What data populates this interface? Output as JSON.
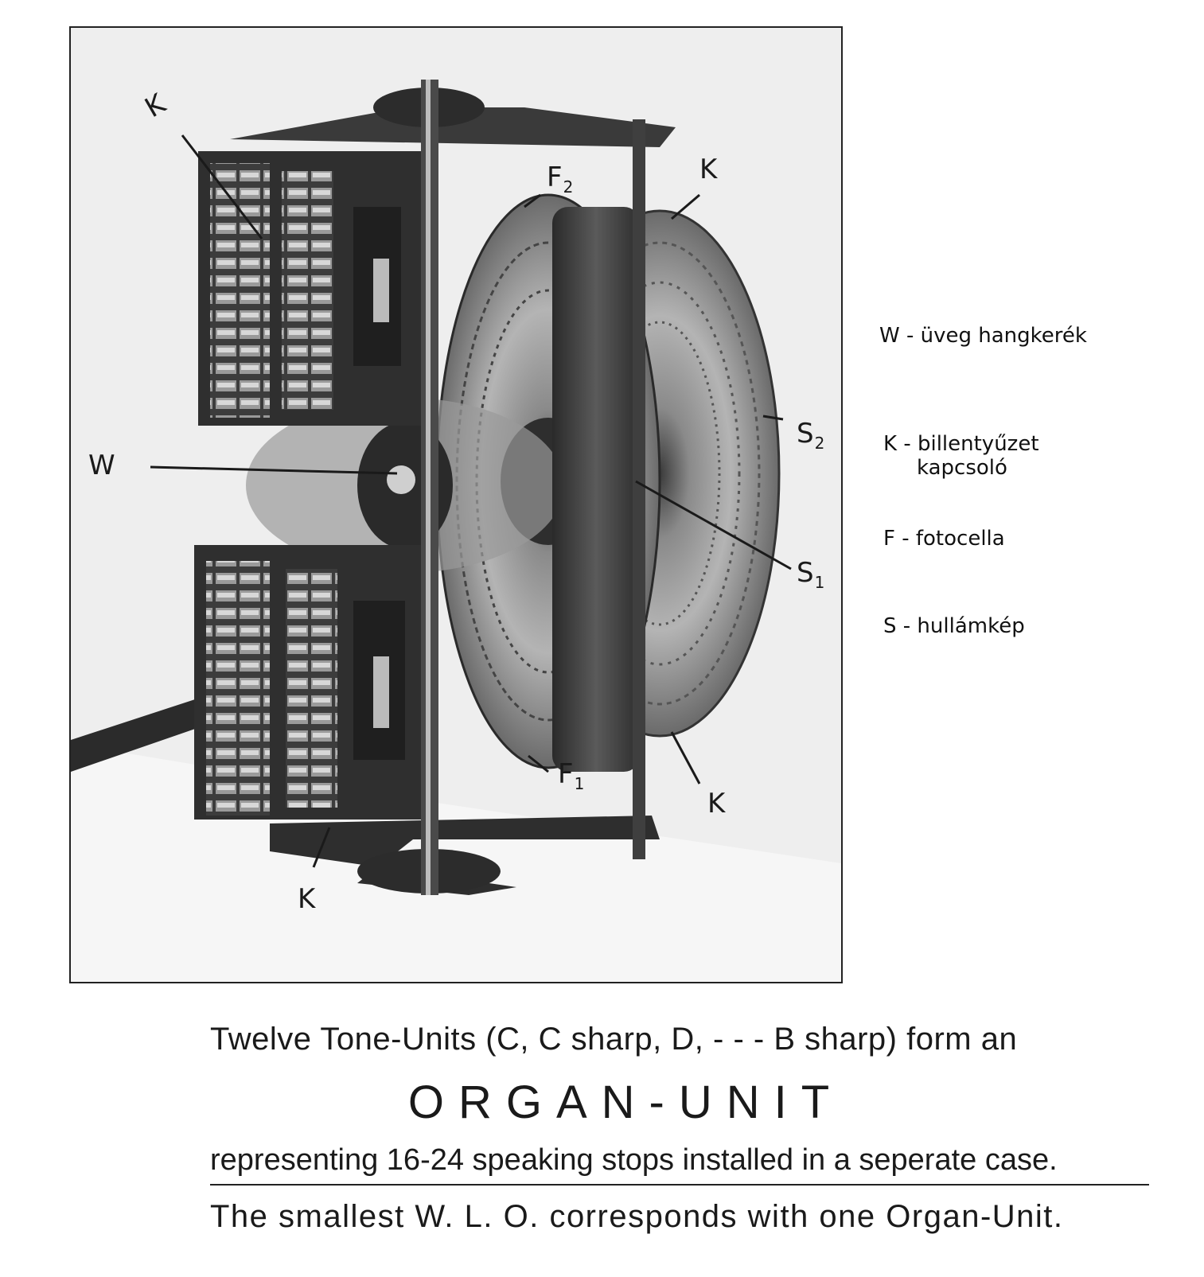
{
  "photo": {
    "labels": {
      "k_top_left": "K",
      "f2": "F",
      "f2_sub": "2",
      "k_top_right": "K",
      "w": "W",
      "s2": "S",
      "s2_sub": "2",
      "s1": "S",
      "s1_sub": "1",
      "f1": "F",
      "f1_sub": "1",
      "k_bottom_right": "K",
      "k_bottom_left": "K"
    }
  },
  "legend": {
    "w": "W - üveg hangkerék",
    "k_line1": "K - billentyűzet",
    "k_line2": "kapcsoló",
    "f": "F - fotocella",
    "s": "S - hullámkép"
  },
  "caption": {
    "line1": "Twelve Tone-Units (C, C sharp, D, - - - B sharp) form an",
    "line2": "ORGAN-UNIT",
    "line3": "representing 16-24 speaking stops installed in a seperate case.",
    "line4": "The smallest W. L. O. corresponds with one Organ-Unit."
  }
}
